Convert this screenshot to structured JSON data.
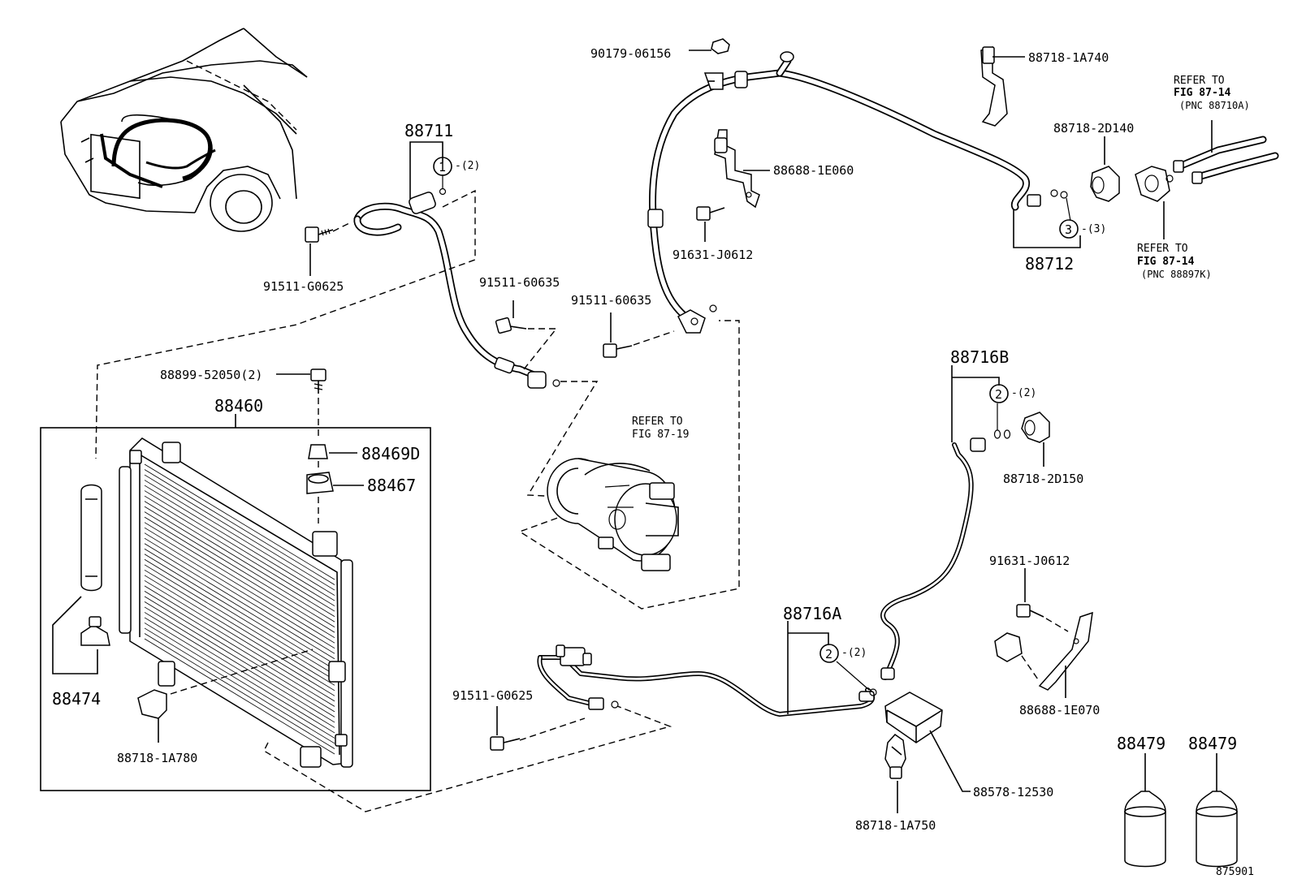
{
  "figure_id": "875901",
  "parts": {
    "p88711": "88711",
    "p88712": "88712",
    "p88716B": "88716B",
    "p88716A": "88716A",
    "p88460": "88460",
    "p88469D": "88469D",
    "p88467": "88467",
    "p88474": "88474",
    "p88479a": "88479",
    "p88479b": "88479",
    "p90179_06156": "90179-06156",
    "p88718_1A740": "88718-1A740",
    "p88718_2D140": "88718-2D140",
    "p88688_1E060": "88688-1E060",
    "p91631_J0612a": "91631-J0612",
    "p91631_J0612b": "91631-J0612",
    "p91511_G0625a": "91511-G0625",
    "p91511_G0625b": "91511-G0625",
    "p91511_60635a": "91511-60635",
    "p91511_60635b": "91511-60635",
    "p88899_52050": "88899-52050(2)",
    "p88718_2D150": "88718-2D150",
    "p88688_1E070": "88688-1E070",
    "p88718_1A780": "88718-1A780",
    "p88578_12530": "88578-12530",
    "p88718_1A750": "88718-1A750"
  },
  "callouts": {
    "c1": {
      "num": "1",
      "qty": "-(2)"
    },
    "c2a": {
      "num": "2",
      "qty": "-(2)"
    },
    "c2b": {
      "num": "2",
      "qty": "-(2)"
    },
    "c3": {
      "num": "3",
      "qty": "-(3)"
    }
  },
  "references": {
    "ref_fig_87_14_top": {
      "line1": "REFER TO",
      "line2": "FIG 87-14",
      "pnc": "(PNC 88710A)"
    },
    "ref_fig_87_14_bottom": {
      "line1": "REFER TO",
      "line2": "FIG 87-14",
      "pnc": "(PNC 88897K)"
    },
    "ref_fig_87_19": {
      "line1": "REFER TO",
      "line2": "FIG 87-19"
    }
  }
}
